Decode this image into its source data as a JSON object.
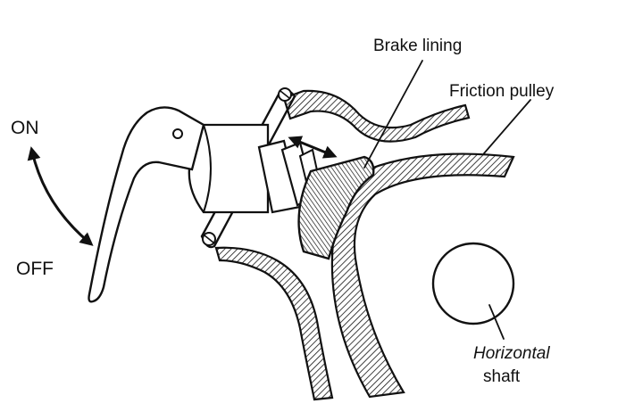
{
  "labels": {
    "on": "ON",
    "off": "OFF",
    "brake_lining": "Brake lining",
    "friction_pulley": "Friction pulley",
    "horizontal": "Horizontal",
    "shaft": "shaft"
  },
  "colors": {
    "ink": "#111111",
    "background": "#ffffff"
  }
}
